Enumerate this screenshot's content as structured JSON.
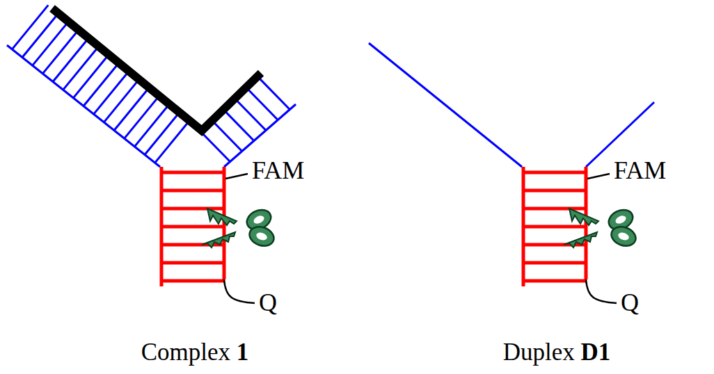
{
  "diagram": {
    "labels": [
      "FAM",
      "Q",
      "Complex 1",
      "FAM",
      "Q",
      "Duplex D1"
    ]
  }
}
